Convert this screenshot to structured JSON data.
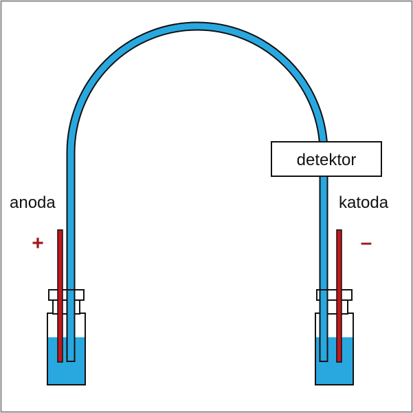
{
  "labels": {
    "anode": "anoda",
    "cathode": "katoda",
    "detector": "detektor",
    "plus_sign": "+",
    "minus_sign": "–"
  },
  "colors": {
    "frame": "#8c8c8c",
    "capillary": "#29a8e0",
    "outline": "#111111",
    "electrode": "#c4161c",
    "buffer": "#29a8e0",
    "sign": "#a01a1a"
  }
}
